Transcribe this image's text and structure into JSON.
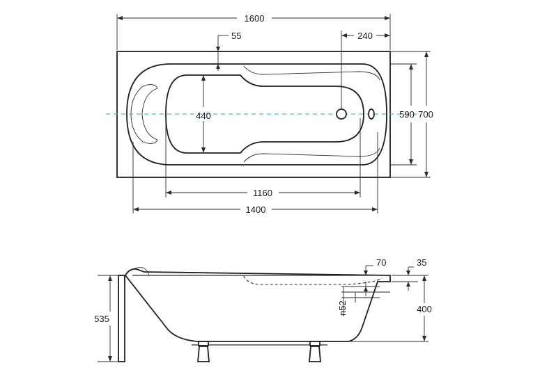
{
  "plan_view": {
    "overall_length": "1600",
    "overall_width": "700",
    "inner_width": "590",
    "basin_width": "440",
    "basin_length": "1160",
    "inner_length": "1400",
    "rim_offset": "55",
    "drain_offset": "240"
  },
  "side_view": {
    "total_height": "535",
    "tub_height": "400",
    "rim_thickness": "35",
    "overflow_offset": "70",
    "overflow_diameter": "n52"
  },
  "colors": {
    "outline": "#1e1e1e",
    "centerline": "#4fb6dd"
  }
}
